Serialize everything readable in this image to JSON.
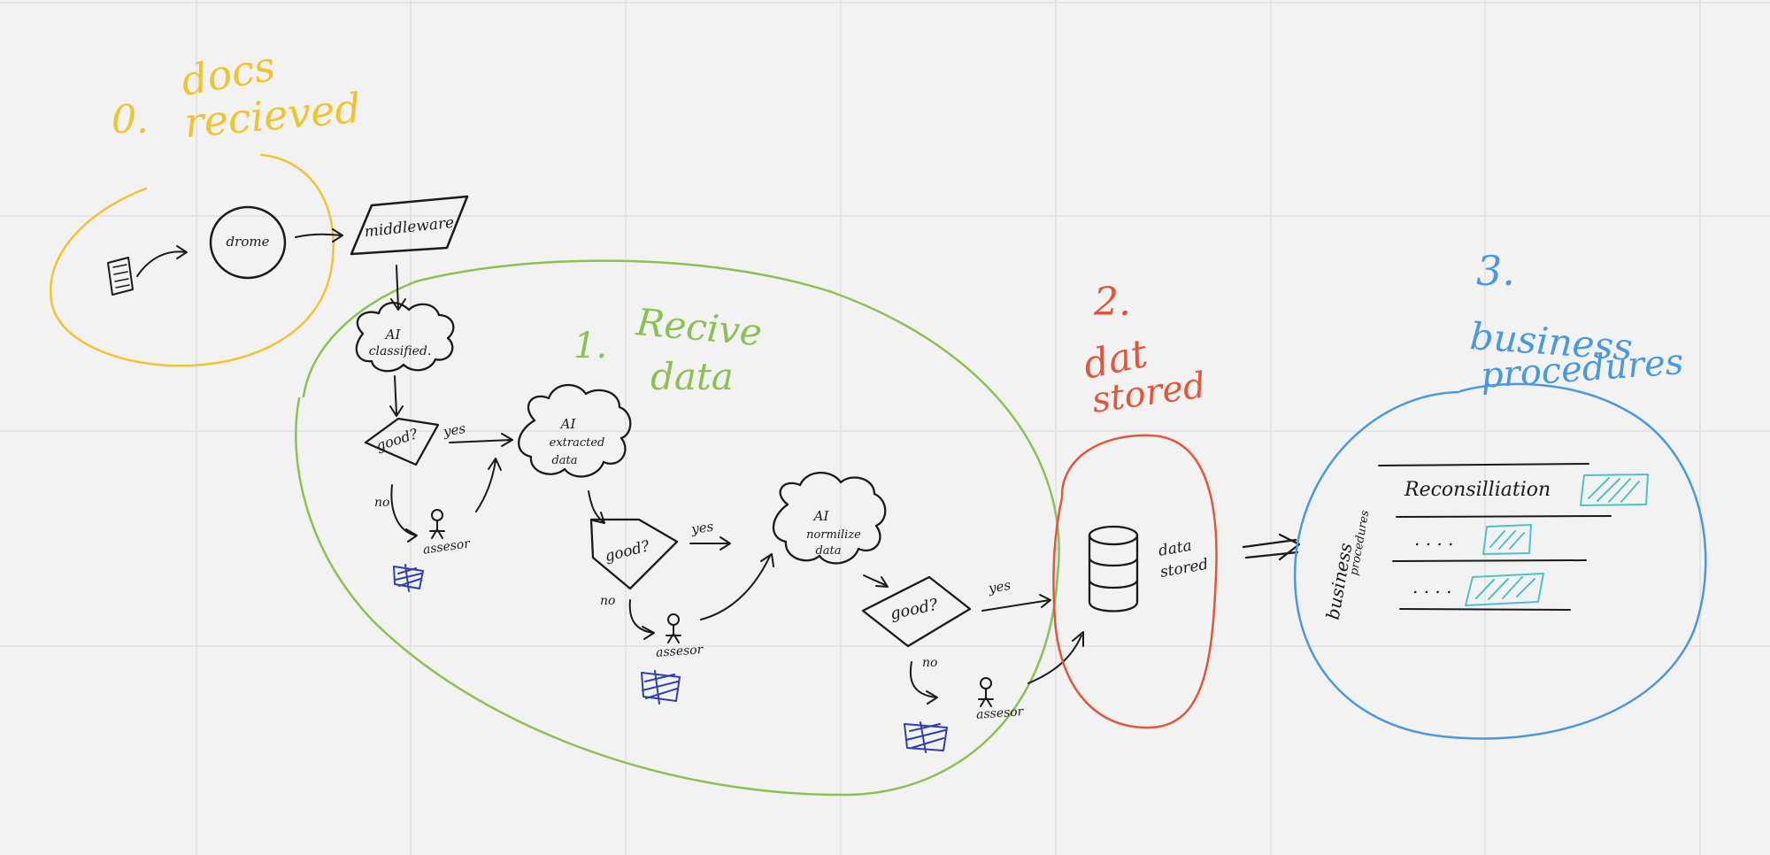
{
  "colors": {
    "background": "#f2f2f2",
    "grid": "#e0e0e0",
    "ink": "#1a1a1a",
    "yellow": "#f2c331",
    "green": "#8cc152",
    "red": "#e2573b",
    "blue": "#4a99dc",
    "indigo": "#3040a8",
    "teal": "#4ec2c6"
  },
  "stage0": {
    "number": "0.",
    "line1": "docs",
    "line2": "recieved"
  },
  "stage1": {
    "number": "1.",
    "line1": "Recive",
    "line2": "data"
  },
  "stage2": {
    "number": "2.",
    "line1": "dat",
    "line2": "stored"
  },
  "stage3": {
    "number": "3.",
    "line1": "business",
    "line2": "procedures"
  },
  "nodes": {
    "dreme": "drome",
    "middleware": "middleware",
    "ai_classified_1": "AI",
    "ai_classified_2": "classified.",
    "good_1": "good?",
    "ai_extracted_1": "AI",
    "ai_extracted_2": "extracted",
    "ai_extracted_3": "data",
    "good_2": "good?",
    "ai_normalized_1": "AI",
    "ai_normalized_2": "normilize",
    "ai_normalized_3": "data",
    "good_3": "good?",
    "assessor_1": "assesor",
    "assessor_2": "assesor",
    "assessor_3": "assesor",
    "data_stored_1": "data",
    "data_stored_2": "stored"
  },
  "edges": {
    "yes_1": "yes",
    "no_1": "no",
    "yes_2": "yes",
    "no_2": "no",
    "yes_3": "yes",
    "no_3": "no"
  },
  "procedures": {
    "side_label_1": "business",
    "side_label_2": "procedures",
    "items": [
      "Reconsilliation",
      ". . . .",
      ". . . ."
    ]
  }
}
